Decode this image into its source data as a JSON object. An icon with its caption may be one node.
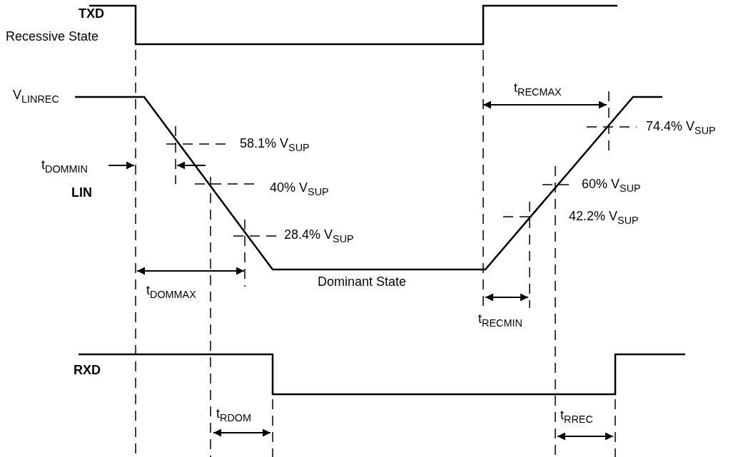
{
  "diagram": {
    "labels": [
      "TXD",
      "Recessive State",
      "V$_{LINREC}$",
      "t$_{RECMAX}$",
      "74.4% V$_{SUP}$",
      "58.1% V$_{SUP}$",
      "t$_{DOMMIN}$",
      "40% V$_{SUP}$",
      "LIN",
      "60% V$_{SUP}$",
      "42.2% V$_{SUP}$",
      "28.4% V$_{SUP}$",
      "Dominant State",
      "t$_{DOMMAX}$",
      "t$_{RECMIN}$",
      "RXD",
      "t$_{RDOM}$",
      "t$_{RREC}$"
    ]
  }
}
